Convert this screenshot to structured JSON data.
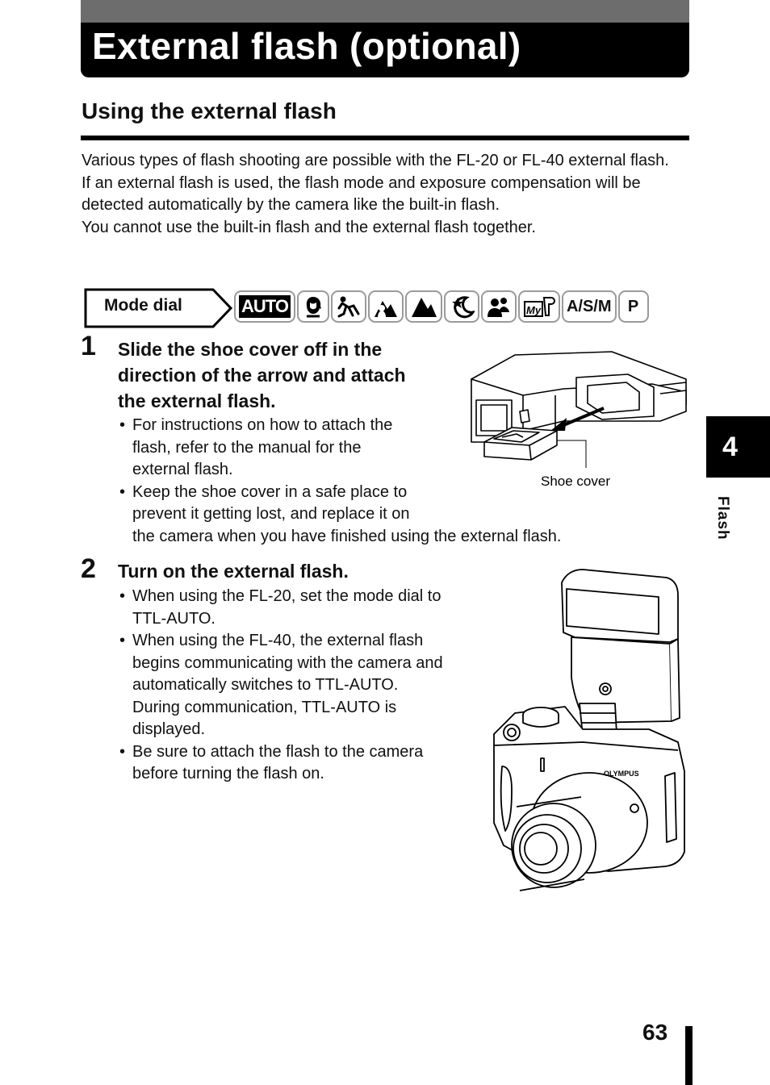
{
  "header": {
    "title": "External flash (optional)"
  },
  "section": {
    "title": "Using the external flash"
  },
  "intro": [
    "Various types of flash shooting are possible with the FL-20 or FL-40 external flash.",
    "If an external flash is used, the flash mode and exposure compensation will be detected automatically by the camera like the built-in flash.",
    "You cannot use the built-in flash and the external flash together."
  ],
  "mode_dial": {
    "label": "Mode dial",
    "icons": [
      {
        "name": "auto-mode-icon",
        "text": "AUTO"
      },
      {
        "name": "portrait-mode-icon"
      },
      {
        "name": "sports-mode-icon"
      },
      {
        "name": "landscape-portrait-mode-icon"
      },
      {
        "name": "landscape-mode-icon"
      },
      {
        "name": "night-scene-mode-icon"
      },
      {
        "name": "self-portrait-mode-icon"
      },
      {
        "name": "my-mode-icon"
      },
      {
        "name": "asm-mode-icon",
        "text": "A/S/M"
      },
      {
        "name": "program-mode-icon",
        "text": "P"
      }
    ]
  },
  "steps": [
    {
      "number": "1",
      "heading_lines": [
        "Slide the shoe cover off in the",
        "direction of the arrow and attach",
        "the external flash."
      ],
      "bullets": [
        {
          "lines": [
            "For instructions on how to attach the",
            "flash, refer to the manual for the",
            "external flash."
          ]
        },
        {
          "lines": [
            "Keep the shoe cover in a safe place to",
            "prevent it getting lost, and replace it on",
            "the camera when you have finished using the external flash."
          ]
        }
      ],
      "figure_label": "Shoe cover"
    },
    {
      "number": "2",
      "heading_lines": [
        "Turn on the external flash."
      ],
      "bullets": [
        {
          "lines": [
            "When using the FL-20, set the mode dial to",
            "TTL-AUTO."
          ]
        },
        {
          "lines": [
            "When using the FL-40, the external flash",
            "begins communicating with the camera and",
            "automatically switches to TTL-AUTO.",
            "During communication, TTL-AUTO is",
            "displayed."
          ]
        },
        {
          "lines": [
            "Be sure to attach the flash to the camera",
            "before turning the flash on."
          ]
        }
      ],
      "camera_brand": "OLYMPUS"
    }
  ],
  "sidebar": {
    "chapter_number": "4",
    "chapter_label": "Flash"
  },
  "footer": {
    "page_number": "63"
  }
}
